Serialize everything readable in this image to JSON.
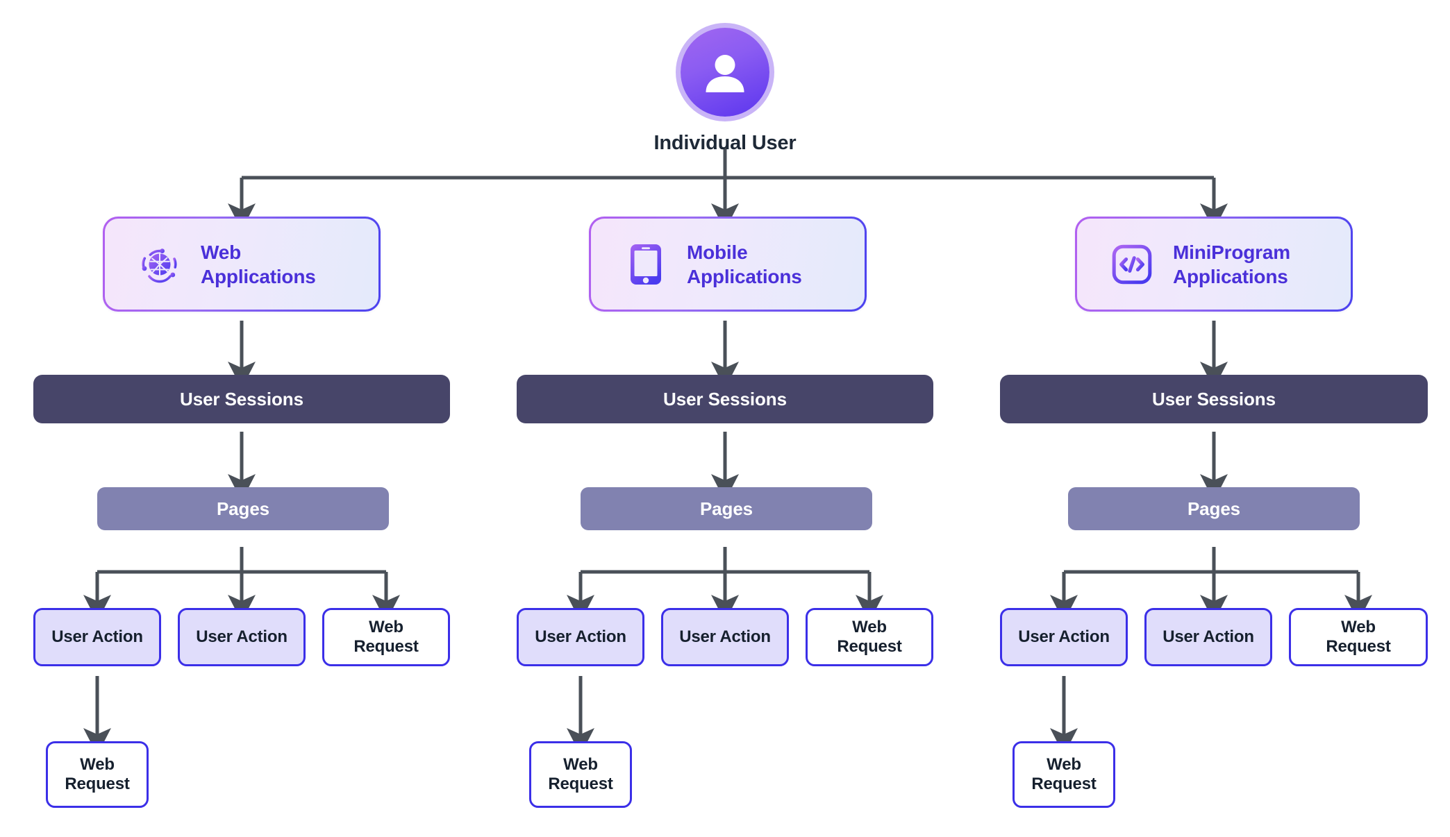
{
  "diagram": {
    "title": "Individual User hierarchy across application types",
    "root": {
      "label": "Individual User",
      "icon": "user-avatar-icon"
    },
    "colors": {
      "accent_purple": "#6d46f0",
      "accent_indigo": "#4a30d9",
      "session_bar": "#474569",
      "pages_bar": "#8182b0",
      "leaf_border": "#3b2fe8",
      "leaf_fill": "#e0ddfb",
      "arrow": "#4a5058",
      "text_dark": "#1e2937"
    },
    "columns": [
      {
        "id": "web",
        "app": {
          "label_line1": "Web",
          "label_line2": "Applications",
          "icon": "globe-icon"
        },
        "session": {
          "label": "User Sessions"
        },
        "pages": {
          "label": "Pages"
        },
        "leaves": [
          {
            "label_line1": "User Action",
            "label_line2": "",
            "style": "filled"
          },
          {
            "label_line1": "User Action",
            "label_line2": "",
            "style": "filled"
          },
          {
            "label_line1": "Web",
            "label_line2": "Request",
            "style": "hollow"
          }
        ],
        "sub_leaf": {
          "label_line1": "Web",
          "label_line2": "Request",
          "style": "hollow"
        }
      },
      {
        "id": "mobile",
        "app": {
          "label_line1": "Mobile",
          "label_line2": "Applications",
          "icon": "mobile-phone-icon"
        },
        "session": {
          "label": "User Sessions"
        },
        "pages": {
          "label": "Pages"
        },
        "leaves": [
          {
            "label_line1": "User Action",
            "label_line2": "",
            "style": "filled"
          },
          {
            "label_line1": "User Action",
            "label_line2": "",
            "style": "filled"
          },
          {
            "label_line1": "Web",
            "label_line2": "Request",
            "style": "hollow"
          }
        ],
        "sub_leaf": {
          "label_line1": "Web",
          "label_line2": "Request",
          "style": "hollow"
        }
      },
      {
        "id": "miniprogram",
        "app": {
          "label_line1": "MiniProgram",
          "label_line2": "Applications",
          "icon": "code-brackets-icon"
        },
        "session": {
          "label": "User Sessions"
        },
        "pages": {
          "label": "Pages"
        },
        "leaves": [
          {
            "label_line1": "User Action",
            "label_line2": "",
            "style": "filled"
          },
          {
            "label_line1": "User Action",
            "label_line2": "",
            "style": "filled"
          },
          {
            "label_line1": "Web",
            "label_line2": "Request",
            "style": "hollow"
          }
        ],
        "sub_leaf": {
          "label_line1": "Web",
          "label_line2": "Request",
          "style": "hollow"
        }
      }
    ]
  }
}
